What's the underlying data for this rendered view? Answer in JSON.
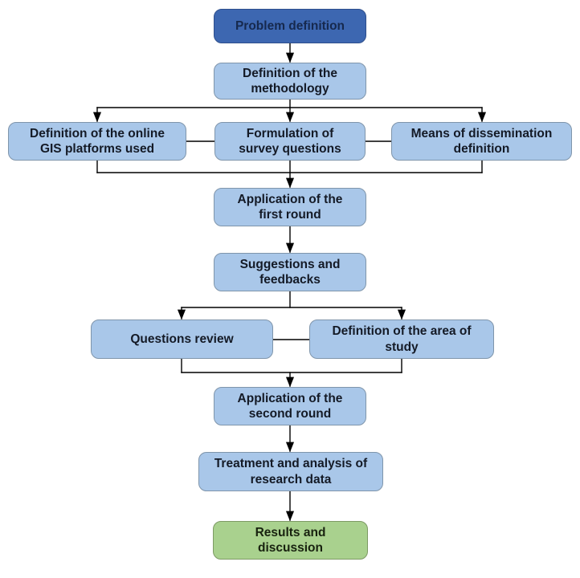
{
  "diagram": {
    "background": "#ffffff",
    "nodes": [
      {
        "id": "problem-definition",
        "type": "start",
        "label": "Problem definition"
      },
      {
        "id": "definition-methodology",
        "type": "process",
        "label": "Definition of the\nmethodology"
      },
      {
        "id": "online-gis-platforms",
        "type": "process",
        "label": "Definition of the online\nGIS platforms used"
      },
      {
        "id": "survey-questions",
        "type": "process",
        "label": "Formulation of\nsurvey questions"
      },
      {
        "id": "means-dissemination",
        "type": "process",
        "label": "Means of dissemination\ndefinition"
      },
      {
        "id": "application-first-round",
        "type": "process",
        "label": "Application of the\nfirst round"
      },
      {
        "id": "suggestions-feedbacks",
        "type": "process",
        "label": "Suggestions and\nfeedbacks"
      },
      {
        "id": "questions-review",
        "type": "process",
        "label": "Questions review"
      },
      {
        "id": "definition-area-study",
        "type": "process",
        "label": "Definition of the area of\nstudy"
      },
      {
        "id": "application-second-round",
        "type": "process",
        "label": "Application of the\nsecond round"
      },
      {
        "id": "treatment-analysis-data",
        "type": "process",
        "label": "Treatment and analysis of\nresearch data"
      },
      {
        "id": "results-discussion",
        "type": "end",
        "label": "Results and\ndiscussion"
      }
    ],
    "colors": {
      "background": "#ffffff",
      "start_fill": "#3d67b1",
      "start_border": "#2e4f8c",
      "start_text": "#16294e",
      "process_fill": "#a9c7e9",
      "process_border": "#7f95ab",
      "process_text": "#141a26",
      "end_fill": "#a9d18e",
      "end_border": "#7d9a64",
      "end_text": "#18220f",
      "connector": "#000000"
    }
  }
}
